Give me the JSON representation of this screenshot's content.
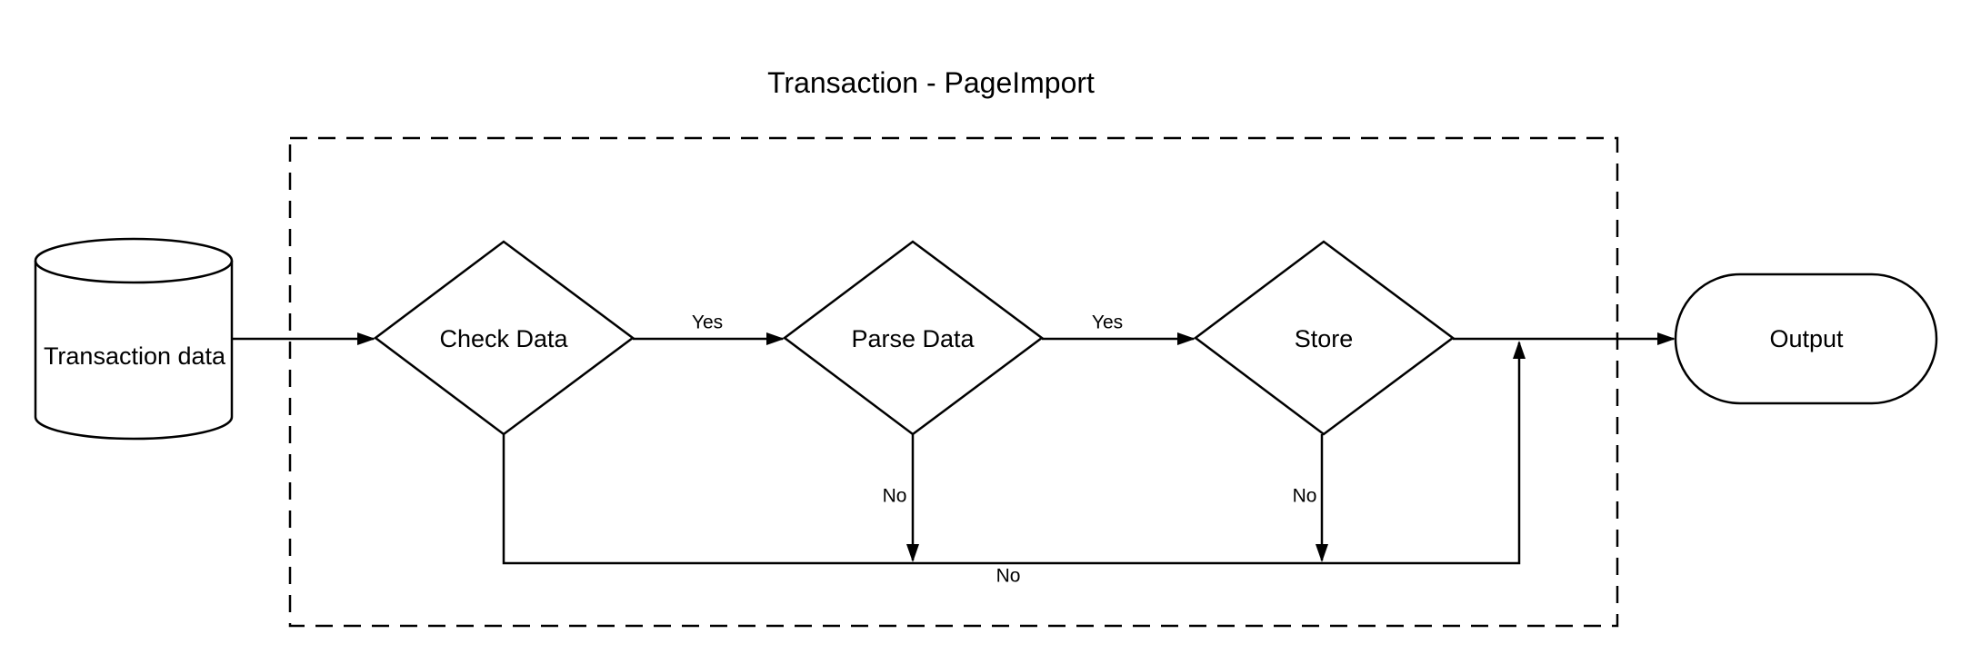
{
  "title": "Transaction - PageImport",
  "nodes": {
    "source": {
      "label": "Transaction data",
      "shape": "cylinder"
    },
    "check": {
      "label": "Check Data",
      "shape": "decision"
    },
    "parse": {
      "label": "Parse Data",
      "shape": "decision"
    },
    "store": {
      "label": "Store",
      "shape": "decision"
    },
    "output": {
      "label": "Output",
      "shape": "terminator"
    }
  },
  "edges": {
    "check_to_parse_label": "Yes",
    "parse_to_store_label": "Yes",
    "check_no_label": "No",
    "parse_no_label": "No",
    "store_no_label": "No"
  },
  "colors": {
    "stroke": "#000000",
    "fill": "#ffffff",
    "text": "#000000"
  }
}
